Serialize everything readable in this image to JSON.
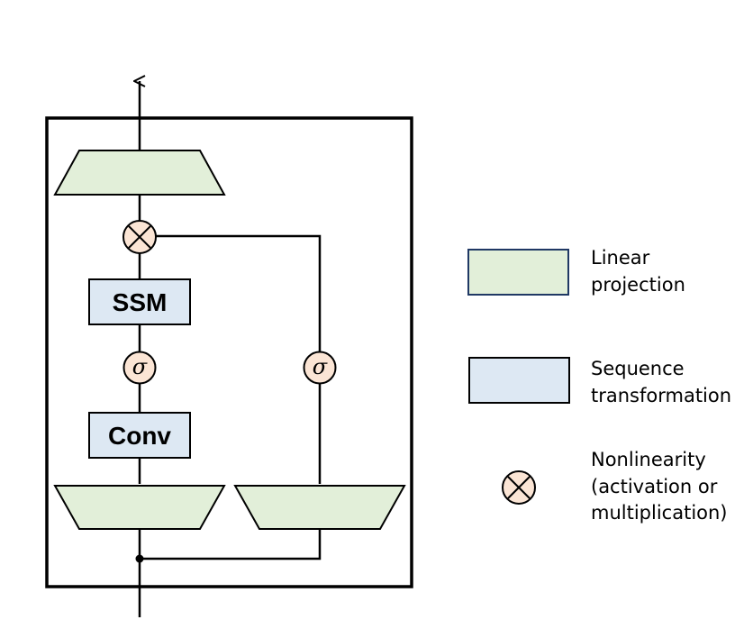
{
  "blocks": {
    "ssm_label": "SSM",
    "conv_label": "Conv",
    "sigma_symbol": "σ"
  },
  "legend": {
    "linear_projection": {
      "line1": "Linear",
      "line2": "projection"
    },
    "sequence_transformation": {
      "line1": "Sequence",
      "line2": "transformation"
    },
    "nonlinearity": {
      "line1": "Nonlinearity",
      "line2": "(activation or",
      "line3": "multiplication)"
    }
  },
  "colors": {
    "linear_projection_fill": "#e2efd9",
    "sequence_transformation_fill": "#dde8f3",
    "nonlinearity_fill": "#fbe5d5",
    "legend_linear_border": "#1f3864",
    "stroke": "#000000"
  }
}
